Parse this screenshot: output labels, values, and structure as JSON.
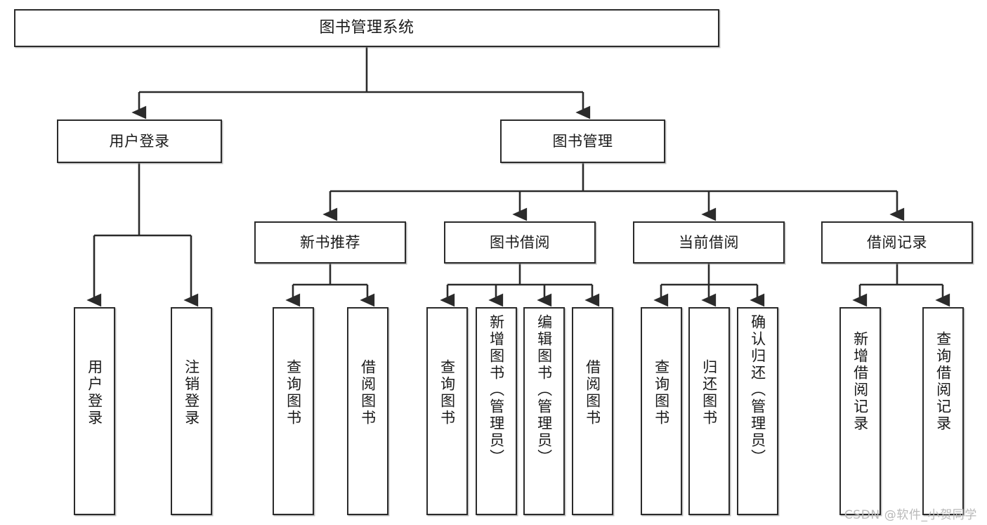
{
  "diagram": {
    "title": "图书管理系统",
    "type": "tree-hierarchy-chart",
    "orientation": "top-down",
    "colors": {
      "box_border": "#2b2b2b",
      "box_fill": "#ffffff",
      "edge": "#2b2b2b",
      "text": "#1a1a1a",
      "watermark": "#b9b9b9"
    },
    "root": {
      "label": "图书管理系统"
    },
    "level2": [
      {
        "label": "用户登录"
      },
      {
        "label": "图书管理"
      }
    ],
    "level3": [
      {
        "label": "新书推荐"
      },
      {
        "label": "图书借阅"
      },
      {
        "label": "当前借阅"
      },
      {
        "label": "借阅记录"
      }
    ],
    "leaves": {
      "user_login": [
        {
          "label": "用户登录"
        },
        {
          "label": "注销登录"
        }
      ],
      "new_book_recommend": [
        {
          "label": "查询图书"
        },
        {
          "label": "借阅图书"
        }
      ],
      "book_borrow": [
        {
          "label": "查询图书"
        },
        {
          "label": "新增图书（管理员）"
        },
        {
          "label": "编辑图书（管理员）"
        },
        {
          "label": "借阅图书"
        }
      ],
      "current_borrow": [
        {
          "label": "查询图书"
        },
        {
          "label": "归还图书"
        },
        {
          "label": "确认归还（管理员）"
        }
      ],
      "borrow_record": [
        {
          "label": "新增借阅记录"
        },
        {
          "label": "查询借阅记录"
        }
      ]
    }
  },
  "watermark": {
    "text": "CSDN @软件_小贺同学"
  }
}
